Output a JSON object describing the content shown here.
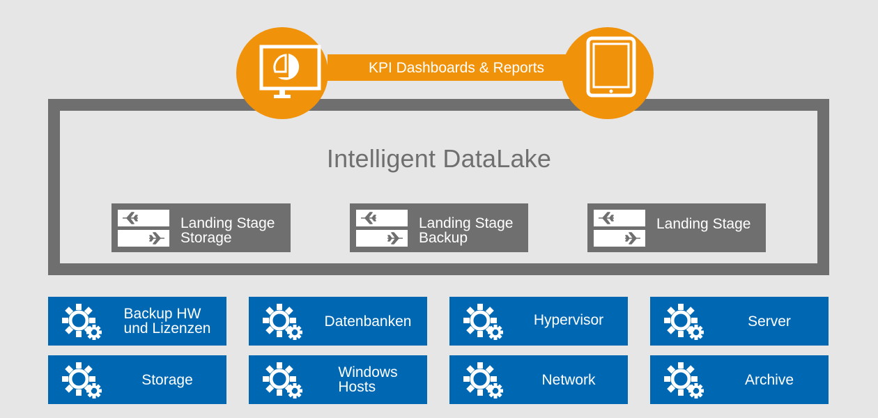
{
  "header": {
    "kpi_label": "KPI Dashboards & Reports"
  },
  "icons": {
    "left": "monitor-pie-chart-icon",
    "right": "tablet-icon",
    "lane": "airplane-icon",
    "tile": "gears-icon"
  },
  "datalake": {
    "title": "Intelligent DataLake",
    "stages": [
      {
        "line1": "Landing Stage",
        "line2": "Storage"
      },
      {
        "line1": "Landing Stage",
        "line2": "Backup"
      },
      {
        "line1": "Landing Stage",
        "line2": ""
      }
    ]
  },
  "sources": {
    "row1": [
      {
        "line1": "Backup HW",
        "line2": "und Lizenzen"
      },
      {
        "line1": "Datenbanken",
        "line2": ""
      },
      {
        "line1": "Hypervisor",
        "line2": ""
      },
      {
        "line1": "Server",
        "line2": ""
      }
    ],
    "row2": [
      {
        "line1": "Storage",
        "line2": ""
      },
      {
        "line1": "Windows",
        "line2": "Hosts"
      },
      {
        "line1": "Network",
        "line2": ""
      },
      {
        "line1": "Archive",
        "line2": ""
      }
    ]
  },
  "colors": {
    "orange": "#f0920a",
    "blue": "#0068b3",
    "gray": "#6f6f6f",
    "background": "#e6e6e6"
  }
}
